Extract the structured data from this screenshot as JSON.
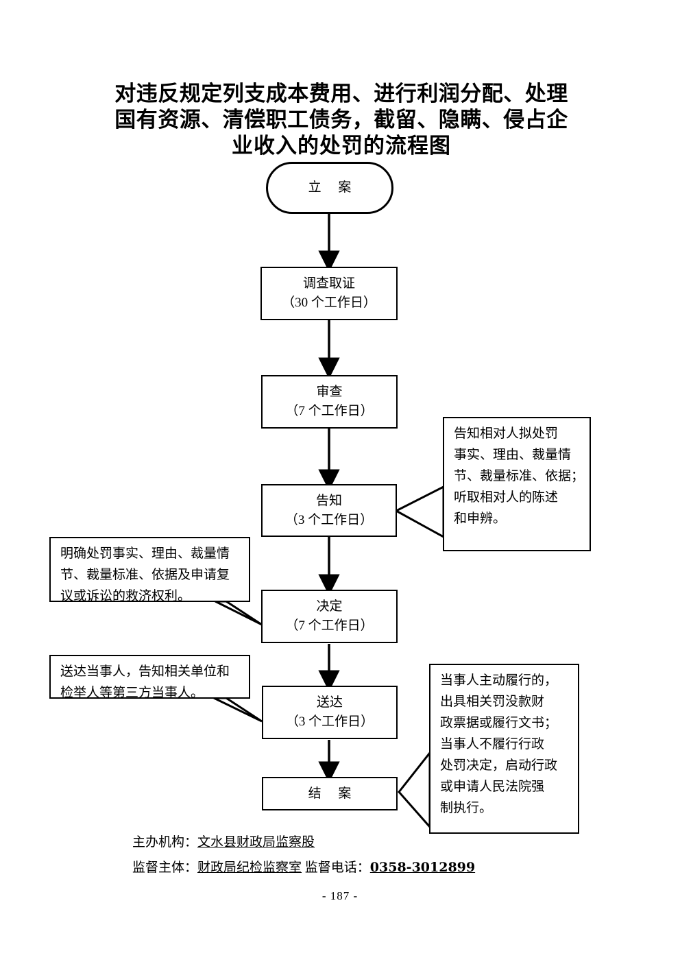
{
  "document": {
    "title_lines": [
      "对违反规定列支成本费用、进行利润分配、处理",
      "国有资源、清偿职工债务，截留、隐瞒、侵占企",
      "业收入的处罚的流程图"
    ],
    "page_number": "- 187 -"
  },
  "flow": {
    "nodes": [
      {
        "id": "start",
        "shape": "terminal",
        "lines": [
          "立  案"
        ]
      },
      {
        "id": "step1",
        "shape": "process",
        "lines": [
          "调查取证",
          "（30 个工作日）"
        ]
      },
      {
        "id": "step2",
        "shape": "process",
        "lines": [
          "审查",
          "（7 个工作日）"
        ]
      },
      {
        "id": "step3",
        "shape": "process",
        "lines": [
          "告知",
          "（3 个工作日）"
        ]
      },
      {
        "id": "step4",
        "shape": "process",
        "lines": [
          "决定",
          "（7 个工作日）"
        ]
      },
      {
        "id": "step5",
        "shape": "process",
        "lines": [
          "送达",
          "（3 个工作日）"
        ]
      },
      {
        "id": "end",
        "shape": "process",
        "lines": [
          "结  案"
        ]
      }
    ]
  },
  "annotations": [
    {
      "id": "note-gaozhi",
      "side": "right",
      "attached_to": "告知",
      "lines": [
        "告知相对人拟处罚",
        "事实、理由、裁量情",
        "节、裁量标准、依据；",
        "听取相对人的陈述",
        "和申辨。"
      ]
    },
    {
      "id": "note-jueding",
      "side": "left",
      "attached_to": "决定",
      "lines": [
        "明确处罚事实、理由、裁量情",
        "节、裁量标准、依据及申请复",
        "议或诉讼的救济权利。"
      ]
    },
    {
      "id": "note-songda",
      "side": "left",
      "attached_to": "送达",
      "lines": [
        "送达当事人，告知相关单位和",
        "检举人等第三方当事人。"
      ]
    },
    {
      "id": "note-jiean",
      "side": "right",
      "attached_to": "结案",
      "lines": [
        "当事人主动履行的，",
        "出具相关罚没款财",
        "政票据或履行文书；",
        "当事人不履行行政",
        "处罚决定，启动行政",
        "或申请人民法院强",
        "制执行。"
      ]
    }
  ],
  "footer": {
    "org_label": "主办机构：",
    "org_value": "文水县财政局监察股",
    "supervisor_label": "监督主体：",
    "supervisor_value": "财政局纪检监察室",
    "phone_label": "监督电话：",
    "phone_value": "0358-3012899"
  },
  "colors": {
    "ink": "#000000",
    "paper": "#ffffff"
  }
}
